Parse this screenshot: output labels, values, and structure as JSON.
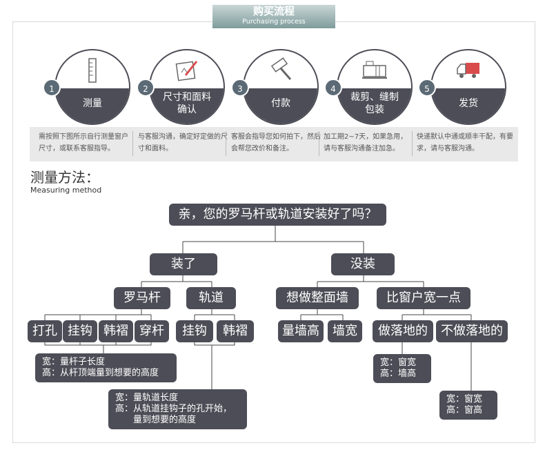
{
  "banner": {
    "title": "购买流程",
    "subtitle": "Purchasing process"
  },
  "steps": [
    {
      "num": "1",
      "label": "测量",
      "icon": "ruler-icon",
      "desc": "需按照下图所示自行测量窗户尺寸，或联系客服指导。"
    },
    {
      "num": "2",
      "label": "尺寸和面料确认",
      "icon": "edit-icon",
      "desc": "与客服沟通，确定好定做的尺寸和面料。"
    },
    {
      "num": "3",
      "label": "付款",
      "icon": "gavel-icon",
      "desc": "客服会指导您如何拍下，然后会帮您改价和备注。"
    },
    {
      "num": "4",
      "label": "裁剪、缝制包装",
      "icon": "sewing-machine-icon",
      "desc": "加工期2~7天，如果急用，请与客服沟通备注加急。"
    },
    {
      "num": "5",
      "label": "发货",
      "icon": "delivery-truck-icon",
      "desc": "快递默认中通或顺丰干配，有要求，请与客服沟通。"
    }
  ],
  "method": {
    "title": "测量方法：",
    "subtitle": "Measuring method"
  },
  "tree": {
    "root": "亲，您的罗马杆或轨道安装好了吗？",
    "installed": "装了",
    "not_installed": "没装",
    "roman_rod": "罗马杆",
    "track": "轨道",
    "full_wall": "想做整面墙",
    "wider_than_window": "比窗户宽一点",
    "rod_punch": "打孔",
    "rod_hook": "挂钩",
    "rod_pleat": "韩褶",
    "rod_through": "穿杆",
    "track_hook": "挂钩",
    "track_pleat": "韩褶",
    "wall_height": "量墙高",
    "wall_width": "墙宽",
    "floor": "做落地的",
    "no_floor": "不做落地的",
    "note_rod_1": "宽：量杆子长度",
    "note_rod_2": "高：从杆顶端量到想要的高度",
    "note_track_1": "宽：量轨道长度",
    "note_track_2": "高：从轨道挂钩子的孔开始，",
    "note_track_3": "　　量到想要的高度",
    "note_floor_1": "宽：窗宽",
    "note_floor_2": "高：墙高",
    "note_nofloor_1": "宽：窗宽",
    "note_nofloor_2": "高：窗高"
  }
}
